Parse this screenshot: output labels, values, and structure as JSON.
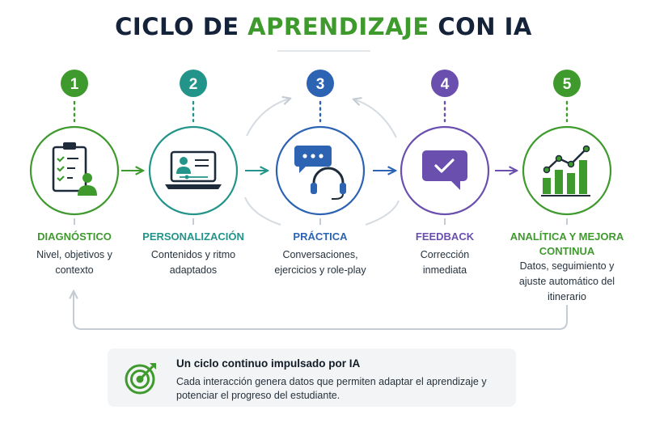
{
  "title": {
    "part1": "CICLO DE ",
    "highlight": "APRENDIZAJE",
    "part2": " CON IA"
  },
  "steps": [
    {
      "number": "1",
      "label": "DIAGNÓSTICO",
      "description": "Nivel, objetivos y contexto",
      "color": "#3f9a2e",
      "icon": "clipboard-user-icon"
    },
    {
      "number": "2",
      "label": "PERSONALIZACIÓN",
      "description": "Contenidos y ritmo adaptados",
      "color": "#23948a",
      "icon": "laptop-profile-icon"
    },
    {
      "number": "3",
      "label": "PRÁCTICA",
      "description": "Conversaciones, ejercicios y role-play",
      "color": "#2c63b3",
      "icon": "chat-headset-icon"
    },
    {
      "number": "4",
      "label": "FEEDBACK",
      "description": "Corrección inmediata",
      "color": "#6a4fae",
      "icon": "message-check-icon"
    },
    {
      "number": "5",
      "label": "ANALÍTICA Y MEJORA CONTINUA",
      "description": "Datos, seguimiento y ajuste automático del itinerario",
      "color": "#3f9a2e",
      "icon": "growth-chart-icon"
    }
  ],
  "callout": {
    "title": "Un ciclo continuo impulsado por IA",
    "text": "Cada interacción genera datos que permiten adaptar el aprendizaje y potenciar el progreso del estudiante.",
    "icon": "target-icon"
  }
}
